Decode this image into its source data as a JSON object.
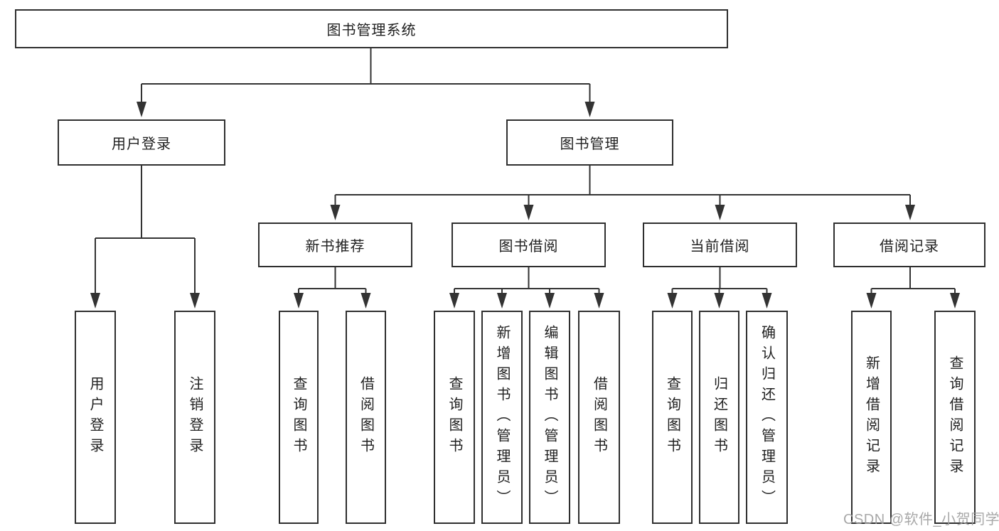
{
  "diagram": {
    "root": {
      "label": "图书管理系统"
    },
    "branches": [
      {
        "label": "用户登录",
        "children": [
          {
            "label": "用户登录"
          },
          {
            "label": "注销登录"
          }
        ]
      },
      {
        "label": "图书管理",
        "children": [
          {
            "label": "新书推荐",
            "children": [
              {
                "label": "查询图书"
              },
              {
                "label": "借阅图书"
              }
            ]
          },
          {
            "label": "图书借阅",
            "children": [
              {
                "label": "查询图书"
              },
              {
                "label": "新增图书（管理员）"
              },
              {
                "label": "编辑图书（管理员）"
              },
              {
                "label": "借阅图书"
              }
            ]
          },
          {
            "label": "当前借阅",
            "children": [
              {
                "label": "查询图书"
              },
              {
                "label": "归还图书"
              },
              {
                "label": "确认归还（管理员）"
              }
            ]
          },
          {
            "label": "借阅记录",
            "children": [
              {
                "label": "新增借阅记录"
              },
              {
                "label": "查询借阅记录"
              }
            ]
          }
        ]
      }
    ]
  },
  "watermark": {
    "text": "CSDN @软件_小贺同学"
  },
  "colors": {
    "line": "#333333",
    "border": "#2f2f2f",
    "text": "#212121",
    "watermark": "#9e9e9e",
    "background": "#ffffff"
  }
}
